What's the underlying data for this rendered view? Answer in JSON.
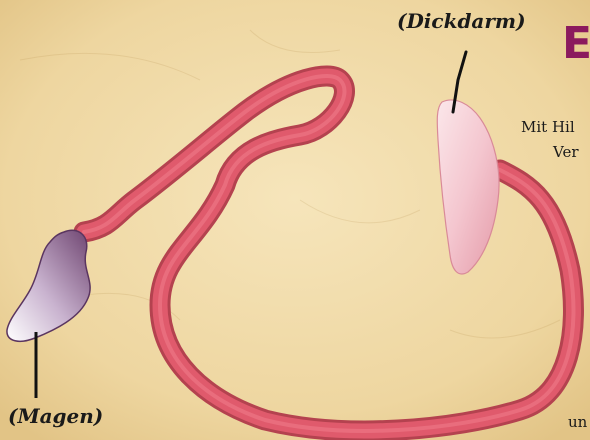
{
  "labels": {
    "dickdarm": "(Dickdarm)",
    "magen": "(Magen)"
  },
  "title_fragment": "E",
  "text_fragments": {
    "line1": "Mit Hil",
    "line2": "Ver",
    "line3": "un"
  },
  "colors": {
    "background": "#f1dcaa",
    "intestine": "#e05a6c",
    "intestine_edge": "#a83a48",
    "stomach": "#8a5a8a",
    "colon": "#f3c9d0",
    "title": "#8b1a5e"
  }
}
